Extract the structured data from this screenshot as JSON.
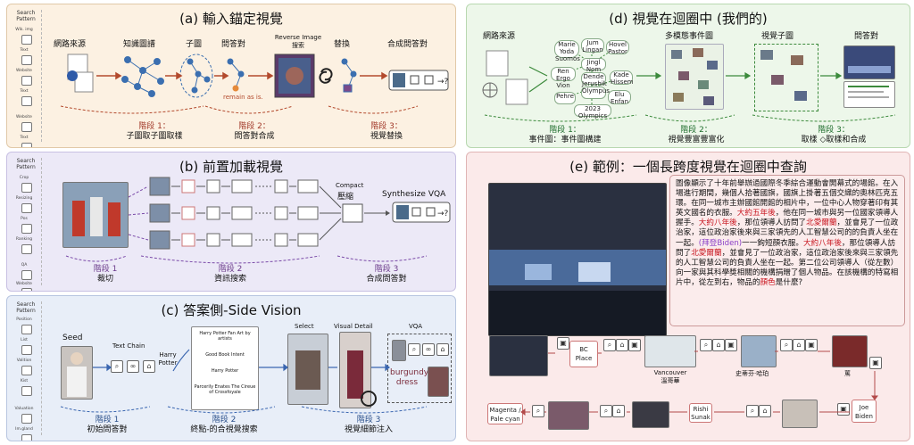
{
  "side_header": "Search Pattern",
  "panels": {
    "a": {
      "title": "(a) 輸入錨定視覺",
      "side_labels": [
        "Wik. img",
        "Text",
        "Website",
        "Text",
        "Website",
        "Text"
      ],
      "labels": {
        "web": "網路來源",
        "kg": "知識圖譜",
        "subgraph": "子圖",
        "qa": "問答對",
        "reverse": "Reverse Image 搜索",
        "replace": "替換",
        "synth": "合成問答對",
        "remain": "remain as is."
      },
      "stages": [
        {
          "s": "階段 1：",
          "d": "子圖取子圖取樣"
        },
        {
          "s": "階段 2：",
          "d": "問答對合成"
        },
        {
          "s": "階段 3：",
          "d": "視覺替換"
        }
      ]
    },
    "b": {
      "title": "(b) 前置加載視覺",
      "side_labels": [
        "Crop",
        "Resizing",
        "Pos",
        "Ranking",
        "QA",
        "Website"
      ],
      "labels": {
        "compact": "Compact",
        "compress": "壓縮",
        "synth": "Synthesize VQA"
      },
      "stages": [
        {
          "s": "階段 1",
          "d": "裁切"
        },
        {
          "s": "階段 2",
          "d": "資訊搜索"
        },
        {
          "s": "階段 3",
          "d": "合成問答對"
        }
      ]
    },
    "c": {
      "title": "(c) 答案側-Side Vision",
      "side_labels": [
        "Position",
        "List",
        "Valition",
        "Kist",
        "Valuation",
        "Im.gland"
      ],
      "labels": {
        "seed": "Seed",
        "text_chain": "Text Chain",
        "harry": "Harry Potter",
        "select": "Select",
        "visual_detail": "Visual Detail",
        "vqa": "VQA",
        "answer": "burgundy dress"
      },
      "results": [
        "Harry Potter Fan Art by artists",
        "Good Book Intent",
        "Harry Potter",
        "Parcerily Enates The Cireue of Crossfoyale"
      ],
      "stages": [
        {
          "s": "階段 1",
          "d": "初始問答對"
        },
        {
          "s": "階段 2",
          "d": "終點-的合視覺搜索"
        },
        {
          "s": "階段 3",
          "d": "視覺細節注入"
        }
      ]
    },
    "d": {
      "title": "(d) 視覺在迴圈中 (我們的)",
      "labels": {
        "web": "網路來源",
        "mmgraph": "多模態事件圖",
        "vsub": "視覺子圖",
        "qa": "問答對"
      },
      "nodes": [
        "Marie Yoda Suomos",
        "Jum Lingan",
        "Hovel Pastor",
        "Ren Ergo Vion",
        "Jingl Nom",
        "Dende Jerushik",
        "Kade Hissem",
        "Olympus",
        "Elu Enfan",
        "2023 Olympics",
        "Pehre"
      ],
      "stages": [
        {
          "s": "階段 1：",
          "d": "事件圖：事件圖構建"
        },
        {
          "s": "階段 2：",
          "d": "視覺豐富豐富化"
        },
        {
          "s": "階段 3：",
          "d": "取樣 ◇取樣和合成"
        }
      ]
    },
    "e": {
      "title": "(e) 範例：一個長跨度視覺在迴圈中查詢",
      "question": [
        {
          "t": "圖像顯示了十年前舉辦過國際冬季綜合運動會開幕式的場館。在入場進行期間，幾個人拾著國旗，國旗上掛著五個交織的奧林匹克五環。在同一城市主辦國館開館的相片中，一位中心人物穿著印有其英文國名的衣服。",
          "c": ""
        },
        {
          "t": "大約五年後",
          "c": "red"
        },
        {
          "t": "，他在同一城市與另一位國家領導人握手。",
          "c": ""
        },
        {
          "t": "大約八年後",
          "c": "red"
        },
        {
          "t": "，那位領導人訪問了",
          "c": ""
        },
        {
          "t": "北愛爾蘭",
          "c": "red"
        },
        {
          "t": "，並會見了一位政治家，這位政治家後來與三家領先的人工智慧公司的的負責人坐在一起。",
          "c": ""
        },
        {
          "t": "(拜登Biden)",
          "c": "pur"
        },
        {
          "t": "一一鉤短顏衣服。",
          "c": ""
        },
        {
          "t": "大約八年後",
          "c": "red"
        },
        {
          "t": "，那位領導人訪問了",
          "c": ""
        },
        {
          "t": "北愛爾蘭",
          "c": "red"
        },
        {
          "t": "，並會見了一位政治家，這位政治家後來與三家領先的人工智慧公司的負責人坐在一起。第二位公司領導人（從左數）向一家與其科學獎相關的機構捐贈了個人物品。在該機構的特寫相片中，從左到右，物品的",
          "c": ""
        },
        {
          "t": "顏色",
          "c": "red"
        },
        {
          "t": "是什麼?",
          "c": ""
        }
      ],
      "chain": {
        "bc": "BC Place",
        "vancouver": "Vancouver 溫哥華",
        "steve": "史蒂芬·哈珀",
        "mid": "罵",
        "biden": "Joe Biden",
        "rishi": "Rishi Sunak",
        "answer": "Magenta / Pale cyan"
      }
    }
  },
  "colors": {
    "a": "#fcf1e2",
    "b": "#ece9f7",
    "c": "#e8eef8",
    "d": "#edf7ea",
    "e": "#fbeaea",
    "arrow": "#b34a2d",
    "green": "#3c8a3c",
    "blue": "#3a66b0",
    "purple": "#7a4aa8"
  }
}
